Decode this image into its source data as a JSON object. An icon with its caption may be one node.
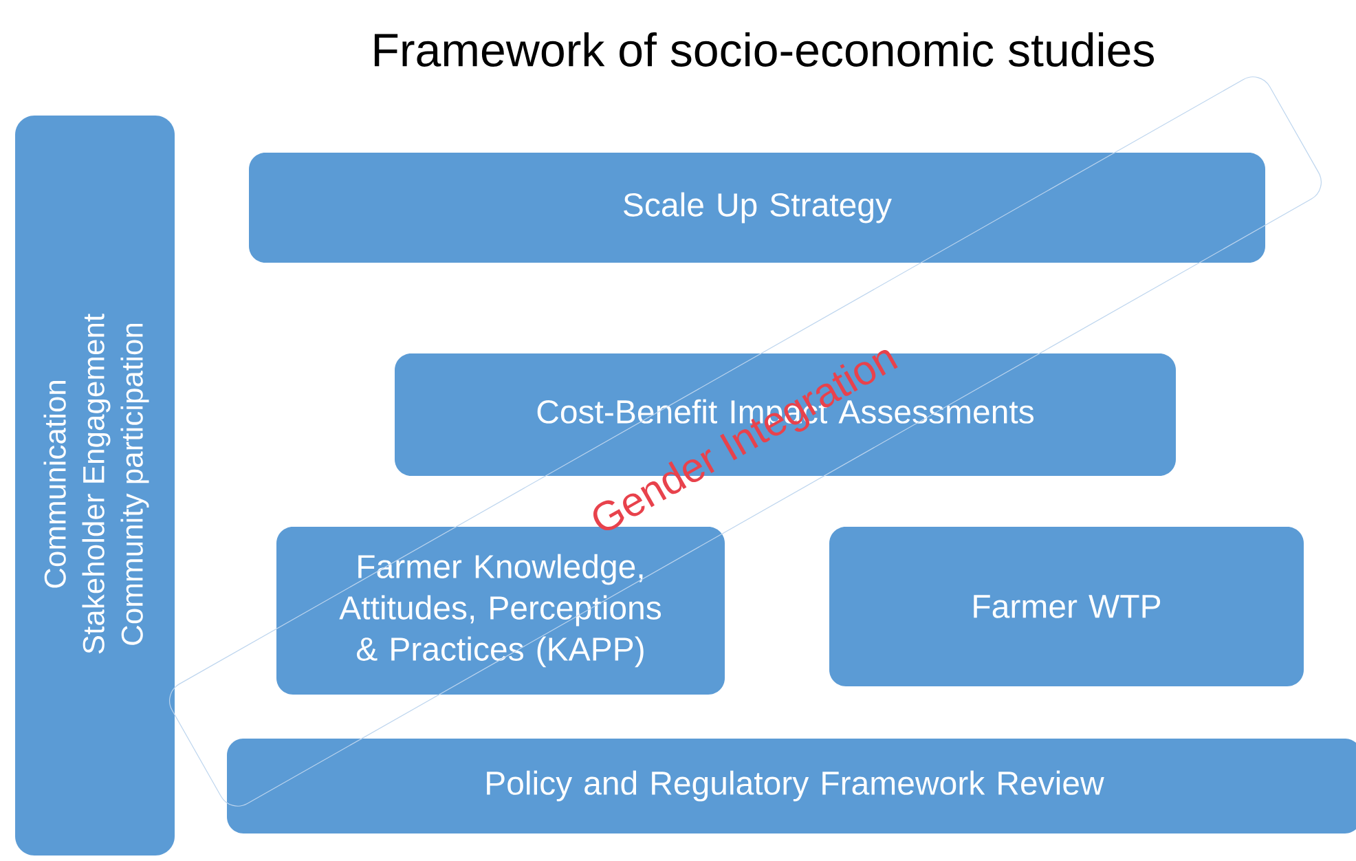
{
  "diagram": {
    "title": "Framework of socio-economic studies",
    "nodes": [
      {
        "text": [
          "Communication",
          "Stakeholder Engagement",
          "Community participation"
        ]
      },
      {
        "text": [
          "Scale Up Strategy"
        ]
      },
      {
        "text": [
          "Gender Integration"
        ]
      },
      {
        "text": [
          "Cost-Benefit Impact Assessments"
        ]
      },
      {
        "text": [
          "Farmer Knowledge, Attitudes, Perceptions & Practices (KAPP)"
        ]
      },
      {
        "text": [
          "Farmer WTP"
        ]
      },
      {
        "text": [
          "Policy and Regulatory Framework Review"
        ]
      }
    ]
  }
}
